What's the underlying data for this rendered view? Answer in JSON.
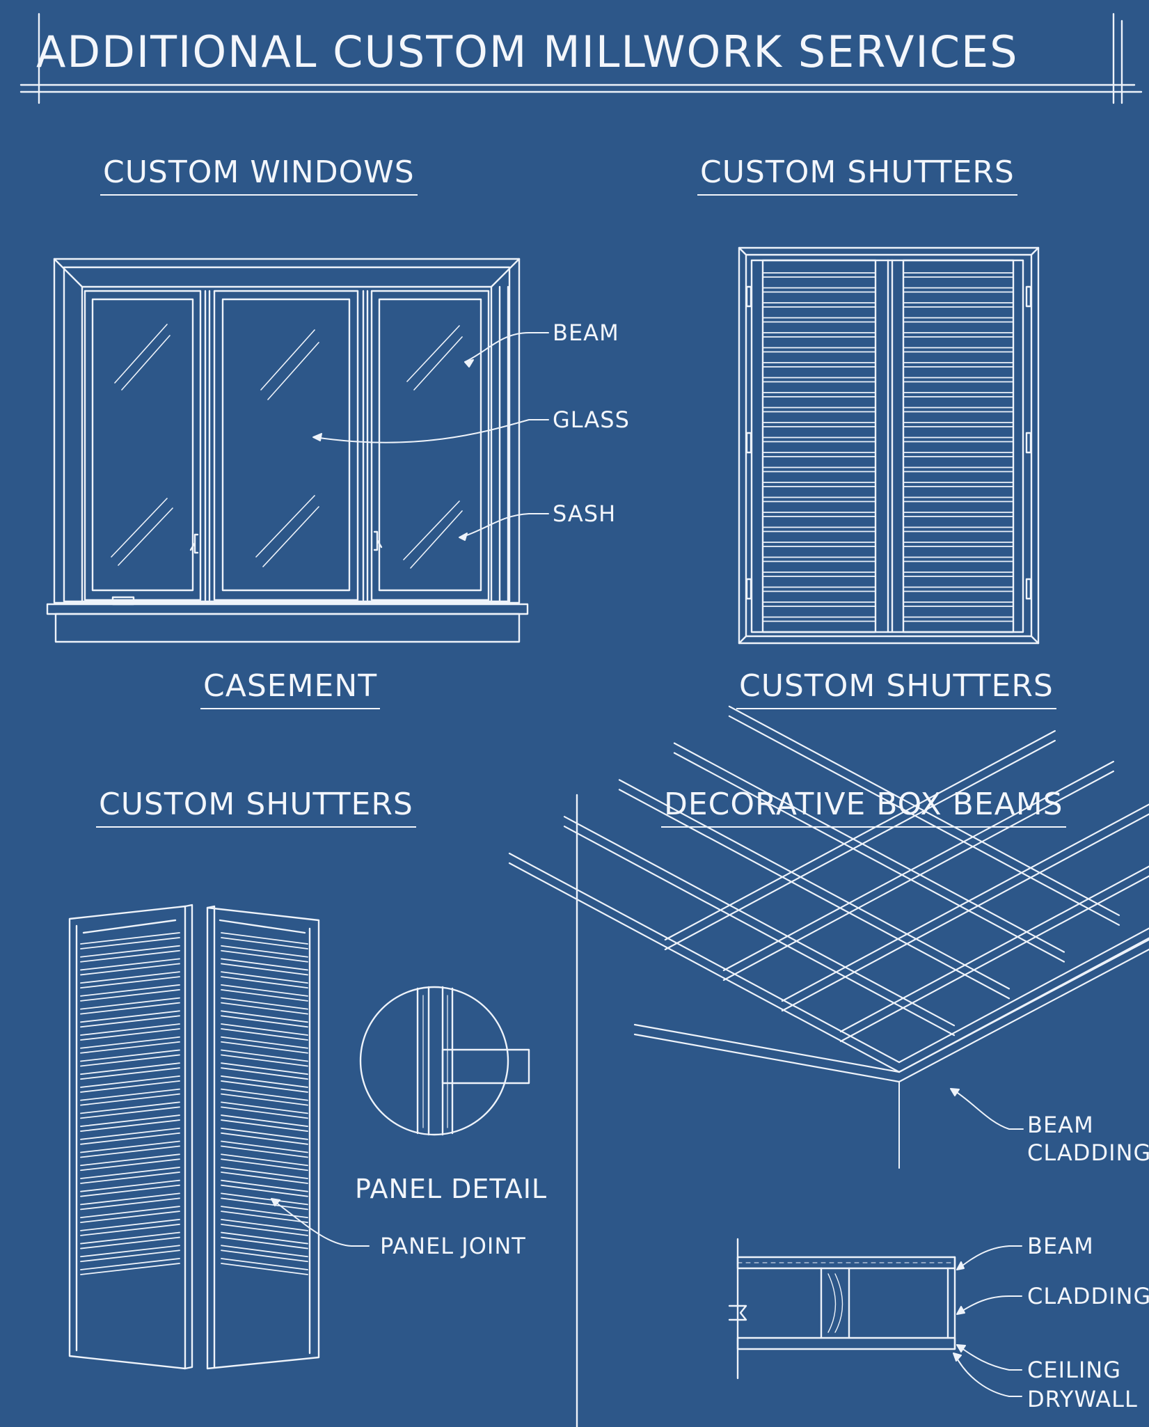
{
  "title": "ADDITIONAL CUSTOM MILLWORK SERVICES",
  "sections": {
    "windows": {
      "heading": "CUSTOM WINDOWS",
      "caption": "CASEMENT",
      "callouts": [
        "BEAM",
        "GLASS",
        "SASH"
      ]
    },
    "shutters_front": {
      "heading": "CUSTOM SHUTTERS",
      "caption": "CUSTOM SHUTTERS"
    },
    "shutters_folding": {
      "heading": "CUSTOM SHUTTERS",
      "detail_caption": "PANEL DETAIL",
      "callouts": [
        "PANEL JOINT"
      ]
    },
    "box_beams": {
      "heading": "DECORATIVE BOX BEAMS",
      "grid_callout": [
        "BEAM",
        "CLADDING"
      ],
      "section_callouts": [
        "BEAM",
        "CLADDING",
        "CEILING",
        "DRYWALL"
      ]
    }
  },
  "colors": {
    "paper": "#2d5789",
    "line": "#f3f6fb"
  }
}
